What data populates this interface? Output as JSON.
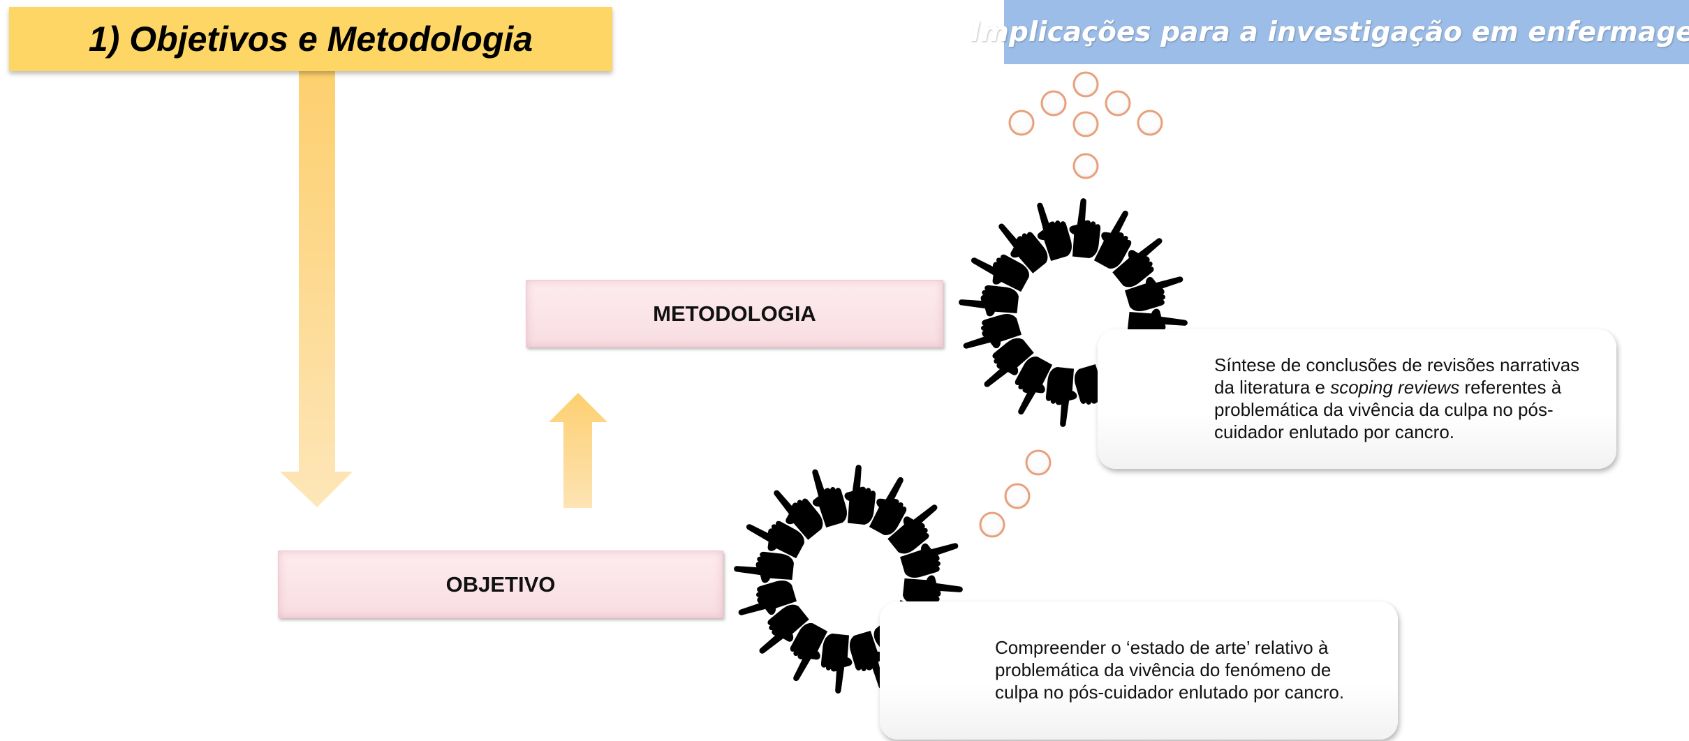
{
  "title": "1) Objetivos e Metodologia",
  "header": "Implicações para a investigação em enfermagem",
  "boxes": {
    "metodologia": "METODOLOGIA",
    "objetivo": "OBJETIVO"
  },
  "cards": {
    "metodologia": {
      "line1": "Síntese de conclusões de revisões narrativas",
      "line2_pre": "da literatura e ",
      "line2_em": "scoping reviews",
      "line2_post": " referentes à",
      "line3": "problemática da vivência da culpa no pós-",
      "line4": "cuidador enlutado por cancro."
    },
    "objetivo": {
      "line1": "Compreender o ‘estado de arte’ relativo à",
      "line2": "problemática da vivência do fenómeno de",
      "line3": "culpa no pós-cuidador enlutado por cancro."
    }
  },
  "icons": {
    "hand": "pointing-hand-icon",
    "bubble": "circle-bubble-icon"
  },
  "colors": {
    "title_bg": "#fdd666",
    "header_bg": "#9cbde7",
    "arrow": "#fdd68c",
    "box_pink": "#f8dde2",
    "bubble_border": "#e8a07a"
  }
}
